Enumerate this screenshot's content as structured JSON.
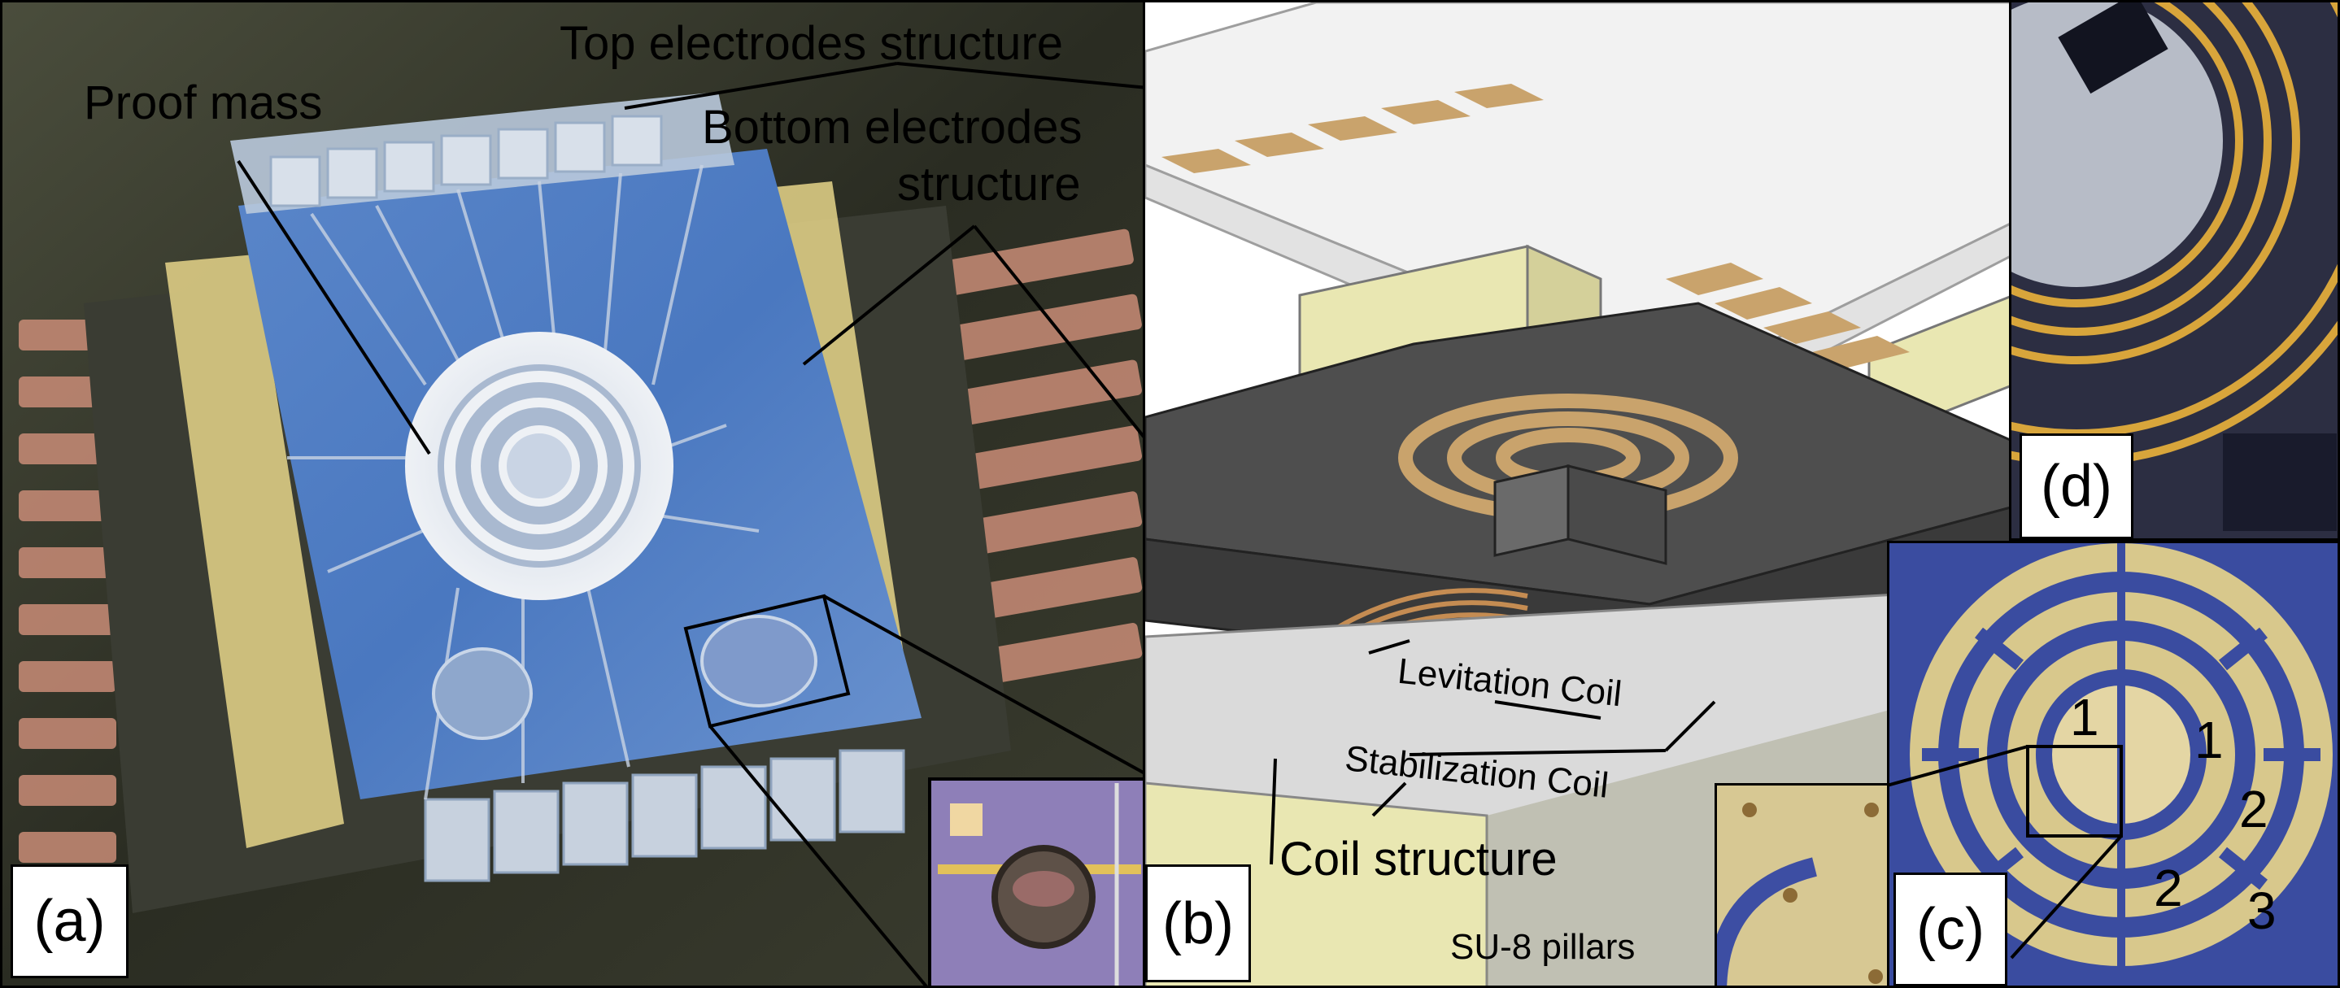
{
  "figure": {
    "panel_a": {
      "tag": "(a)",
      "labels": {
        "proof_mass": "Proof mass",
        "top_electrodes": "Top electrodes structure",
        "bottom_electrodes_1": "Bottom electrodes",
        "bottom_electrodes_2": "structure"
      }
    },
    "panel_b": {
      "tag": "(b)",
      "labels": {
        "levitation_coil": "Levitation Coil",
        "stabilization_coil": "Stabilization Coil",
        "coil_structure": "Coil structure",
        "su8_pillars": "SU-8 pillars"
      }
    },
    "panel_c": {
      "tag": "(c)",
      "numbers": [
        "1",
        "1",
        "2",
        "2",
        "3"
      ]
    },
    "panel_d": {
      "tag": "(d)"
    }
  }
}
